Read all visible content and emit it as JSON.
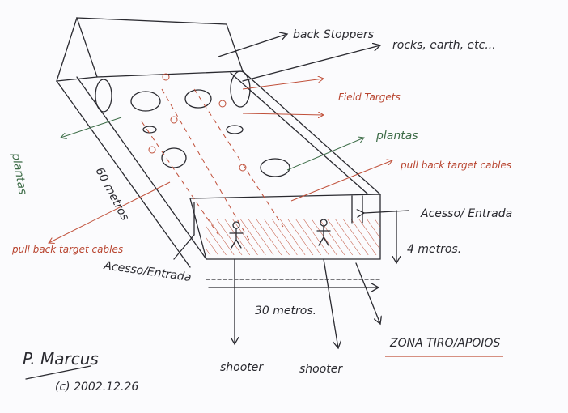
{
  "title": "Field target range sketch",
  "labels": {
    "back_stoppers": "back Stoppers",
    "rocks": "rocks, earth, etc...",
    "field_targets": "Field Targets",
    "plantas_right": "plantas",
    "plantas_left": "plantas",
    "pullback_right": "pull back target cables",
    "pullback_left": "pull back target cables",
    "acesso_right": "Acesso/ Entrada",
    "acesso_left": "Acesso/Entrada",
    "height": "4 metros.",
    "length": "60 metros",
    "width": "30 metros.",
    "shooter_1": "shooter",
    "shooter_2": "shooter",
    "zona": "ZONA TIRO/APOIOS"
  },
  "signature": "P. Marcus",
  "copyright": "(c) 2002.12.26",
  "colors": {
    "ink": "#2a2a30",
    "red": "#c0503a",
    "green": "#3f6f4a"
  }
}
